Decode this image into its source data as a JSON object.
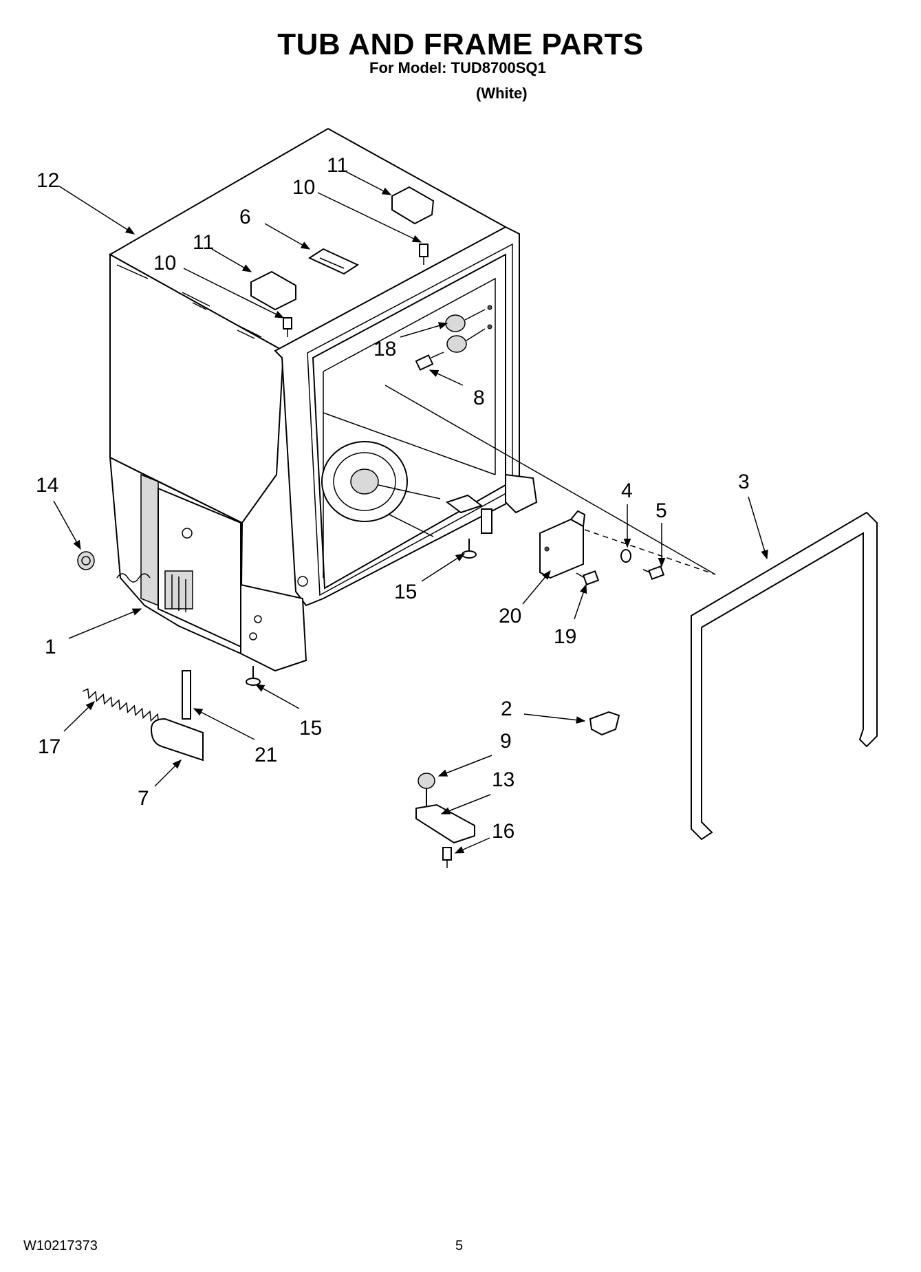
{
  "header": {
    "title": "TUB AND FRAME PARTS",
    "model_line": "For Model: TUD8700SQ1",
    "variant": "(White)"
  },
  "footer": {
    "doc_number": "W10217373",
    "page_number": "5"
  },
  "callouts": {
    "c1": "1",
    "c2": "2",
    "c3": "3",
    "c4": "4",
    "c5": "5",
    "c6": "6",
    "c7": "7",
    "c8": "8",
    "c9": "9",
    "c10a": "10",
    "c10b": "10",
    "c11a": "11",
    "c11b": "11",
    "c12": "12",
    "c13": "13",
    "c14": "14",
    "c15a": "15",
    "c15b": "15",
    "c16": "16",
    "c17": "17",
    "c18": "18",
    "c19": "19",
    "c20": "20",
    "c21": "21"
  }
}
